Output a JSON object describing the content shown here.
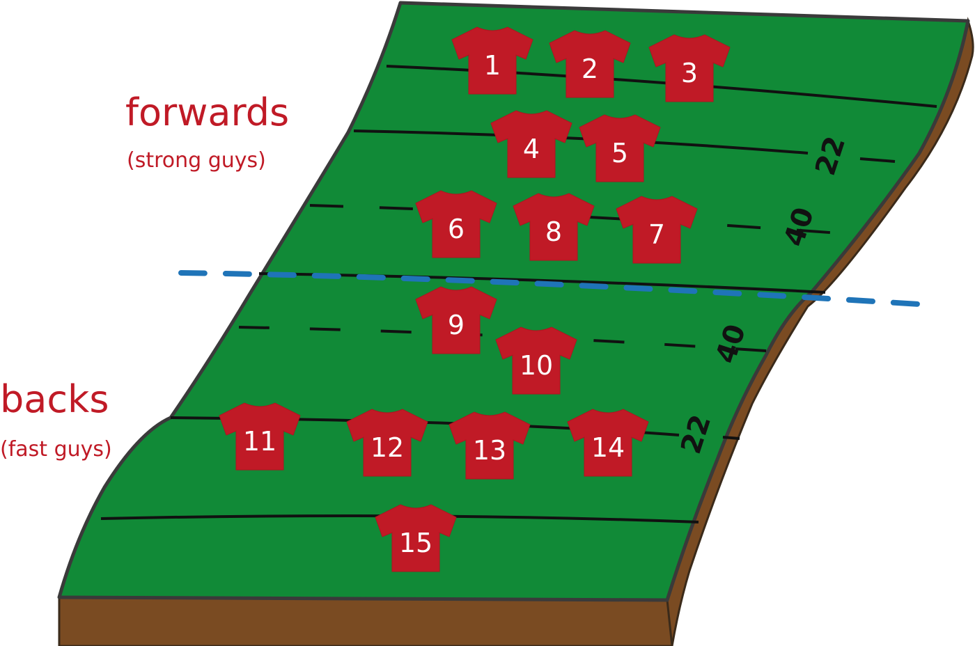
{
  "labels": {
    "forwards": "forwards",
    "forwards_note": "(strong guys)",
    "backs": "backs",
    "backs_note": "(fast guys)"
  },
  "yard_markers": [
    "22",
    "40",
    "40",
    "22"
  ],
  "players": [
    {
      "number": "1"
    },
    {
      "number": "2"
    },
    {
      "number": "3"
    },
    {
      "number": "4"
    },
    {
      "number": "5"
    },
    {
      "number": "6"
    },
    {
      "number": "8"
    },
    {
      "number": "7"
    },
    {
      "number": "9"
    },
    {
      "number": "10"
    },
    {
      "number": "11"
    },
    {
      "number": "12"
    },
    {
      "number": "13"
    },
    {
      "number": "14"
    },
    {
      "number": "15"
    }
  ],
  "colors": {
    "field": "#118a37",
    "field_edge": "#3a3a3a",
    "soil": "#7a4b22",
    "jersey": "#c01a26",
    "divider": "#1f74b8",
    "label": "#c01a26"
  }
}
